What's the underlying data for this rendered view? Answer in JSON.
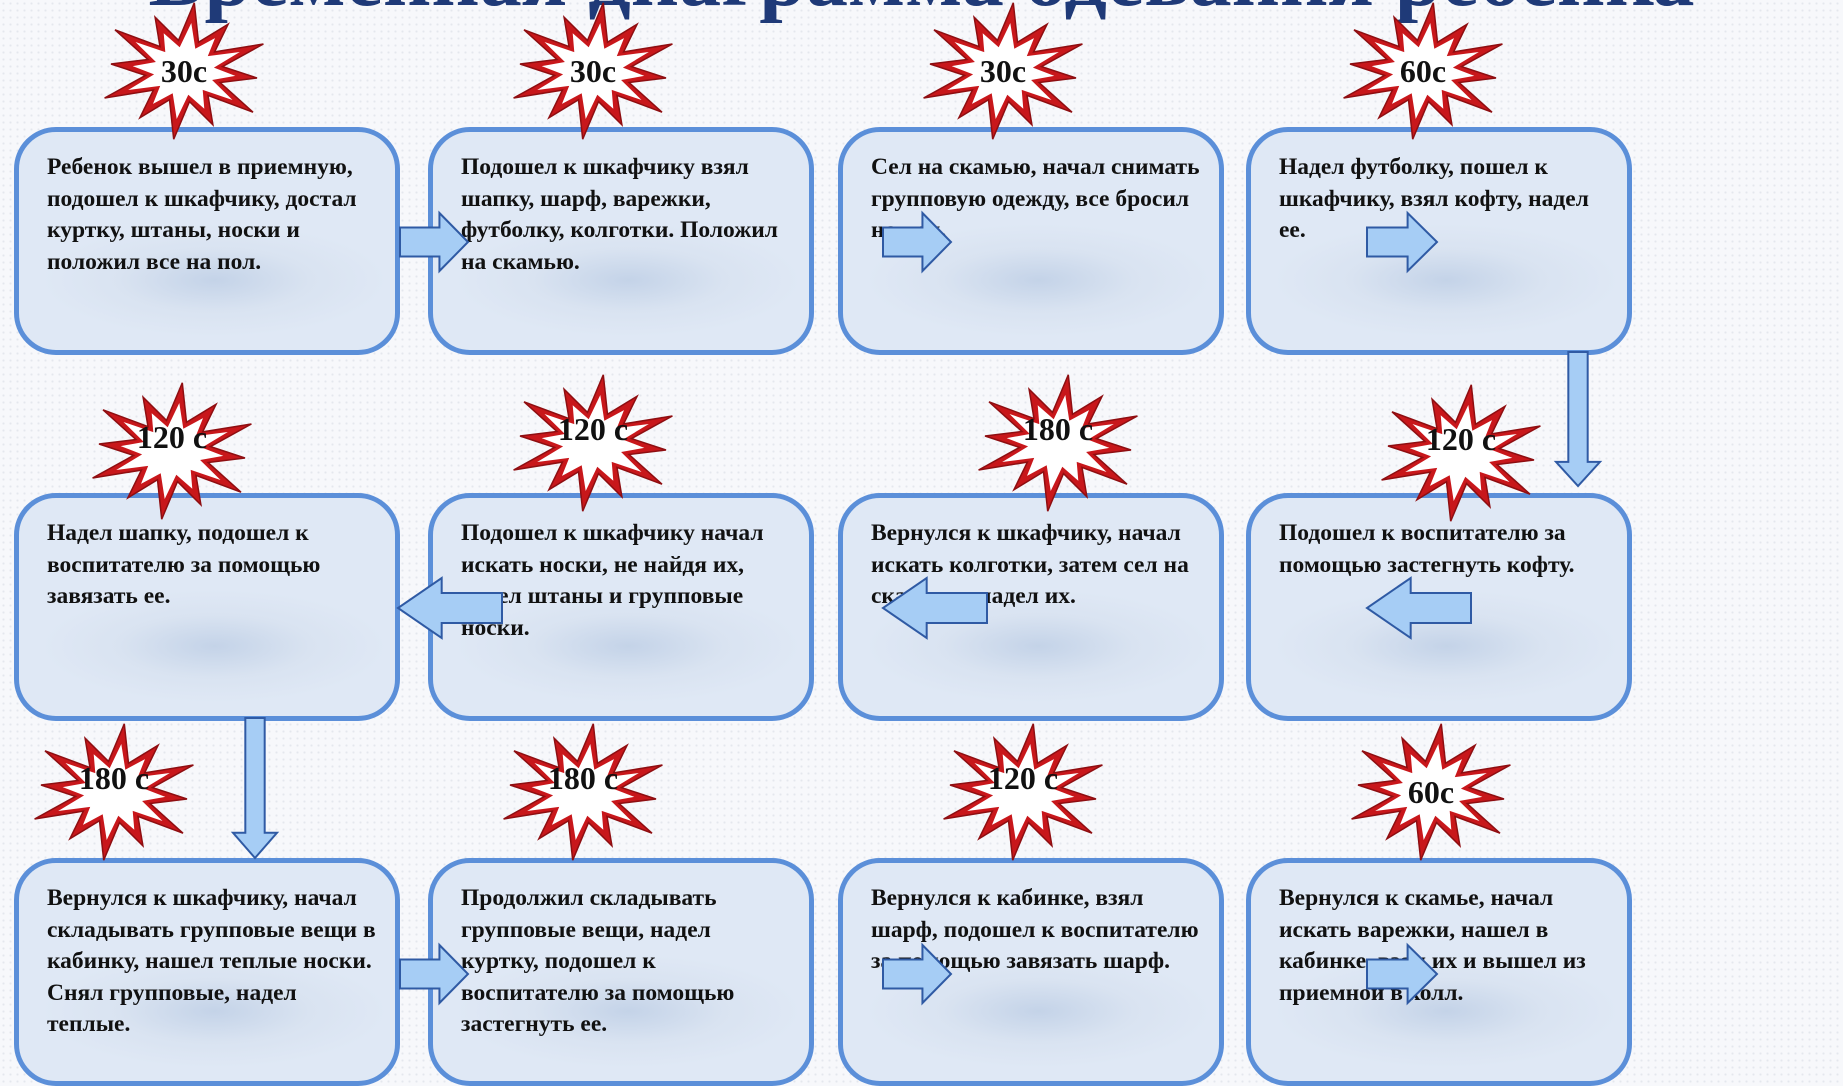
{
  "title": "Временная диаграмма одевания ребенка",
  "colors": {
    "box_border": "#5b8fd9",
    "box_fill": "#dfe8f5",
    "arrow_fill": "#a6cdf5",
    "arrow_stroke": "#2f5aa4",
    "burst_fill": "#ffffff",
    "burst_stroke": "#c8171b"
  },
  "steps": [
    {
      "text": "Ребенок вышел в приемную, подошел к шкафчику, достал куртку, штаны, носки и положил все на пол.",
      "time": "30с"
    },
    {
      "text": "Подошел к шкафчику взял шапку, шарф, варежки, футболку, колготки. Положил на скамью.",
      "time": "30с"
    },
    {
      "text": "Сел на скамью, начал снимать групповую одежду, все бросил на пол.",
      "time": "30с"
    },
    {
      "text": "Надел футболку, пошел к шкафчику, взял кофту, надел ее.",
      "time": "60с"
    },
    {
      "text": "Подошел к воспитателю за помощью застегнуть кофту.",
      "time": "120 с"
    },
    {
      "text": "Вернулся к шкафчику, начал искать колготки, затем сел на скамью и надел их.",
      "time": "180 с"
    },
    {
      "text": "Подошел к шкафчику начал искать носки, не найдя их, надел штаны и групповые носки.",
      "time": "120 с"
    },
    {
      "text": "Надел шапку, подошел к воспитателю за помощью завязать ее.",
      "time": "120 с"
    },
    {
      "text": "Вернулся к шкафчику, начал складывать групповые вещи в кабинку, нашел теплые носки. Снял групповые, надел теплые.",
      "time": "180 с"
    },
    {
      "text": "Продолжил складывать групповые вещи, надел куртку, подошел к воспитателю за помощью застегнуть ее.",
      "time": "180 с"
    },
    {
      "text": "Вернулся к кабинке, взял шарф, подошел к воспитателю за помощью завязать шарф.",
      "time": "120 с"
    },
    {
      "text": "Вернулся к скамье, начал искать варежки, нашел в кабинке, взял их и вышел из приемной в холл.",
      "time": "60с"
    }
  ]
}
